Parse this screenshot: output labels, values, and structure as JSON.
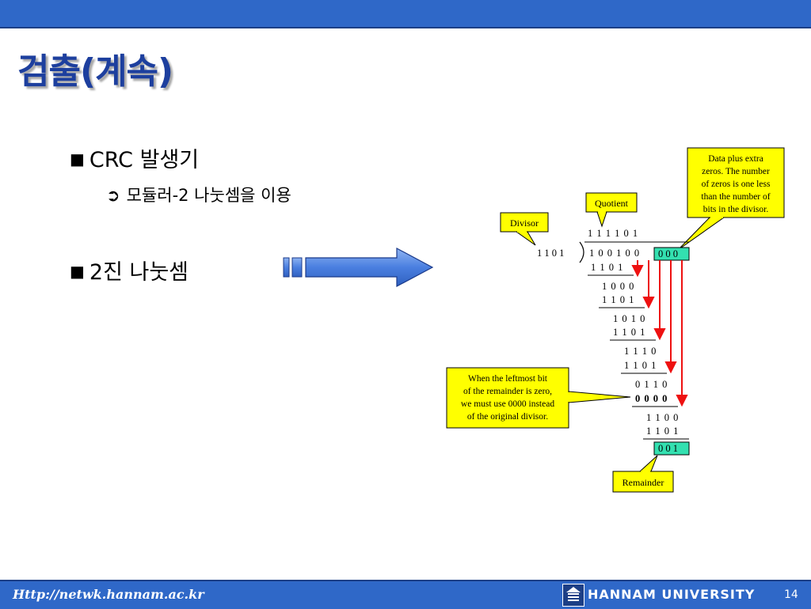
{
  "slide": {
    "title": "검출(계속)",
    "bullets": [
      {
        "marker": "■",
        "text": "CRC 발생기"
      },
      {
        "marker": "■",
        "text": "2진 나눗셈"
      }
    ],
    "sub_bullets": [
      {
        "marker": "➲",
        "text": "모듈러-2 나눗셈을 이용"
      }
    ]
  },
  "diagram": {
    "callouts": {
      "extra_zeros": [
        "Data plus extra",
        "zeros.  The number",
        "of zeros is one less",
        "than the number of",
        "bits in the divisor."
      ],
      "quotient": "Quotient",
      "divisor": "Divisor",
      "leftmost": [
        "When the leftmost bit",
        "of the remainder is zero,",
        "we must use 0000 instead",
        "of the original divisor."
      ],
      "remainder": "Remainder"
    },
    "quotient_digits": "1 1 1 1 0 1",
    "divisor_digits": "1  1  0  1",
    "dividend_digits": "1 0 0 1 0 0",
    "extra_zero_digits": "0  0  0",
    "steps": [
      "1 1 0 1",
      "1 0 0 0",
      "1 1 0 1",
      "1 0 1 0",
      "1 1 0 1",
      "1 1 1 0",
      "1 1 0 1",
      "0 1 1 0",
      "0 0 0 0",
      "1 1 0 0",
      "1 1 0 1"
    ],
    "remainder_digits": "0  0  1",
    "colors": {
      "callout_fill": "#ffff00",
      "highlight": "#33e0b0",
      "arrow": "#ee1111"
    }
  },
  "footer": {
    "url": "Http://netwk.hannam.ac.kr",
    "university": "HANNAM  UNIVERSITY",
    "page_number": "14"
  }
}
